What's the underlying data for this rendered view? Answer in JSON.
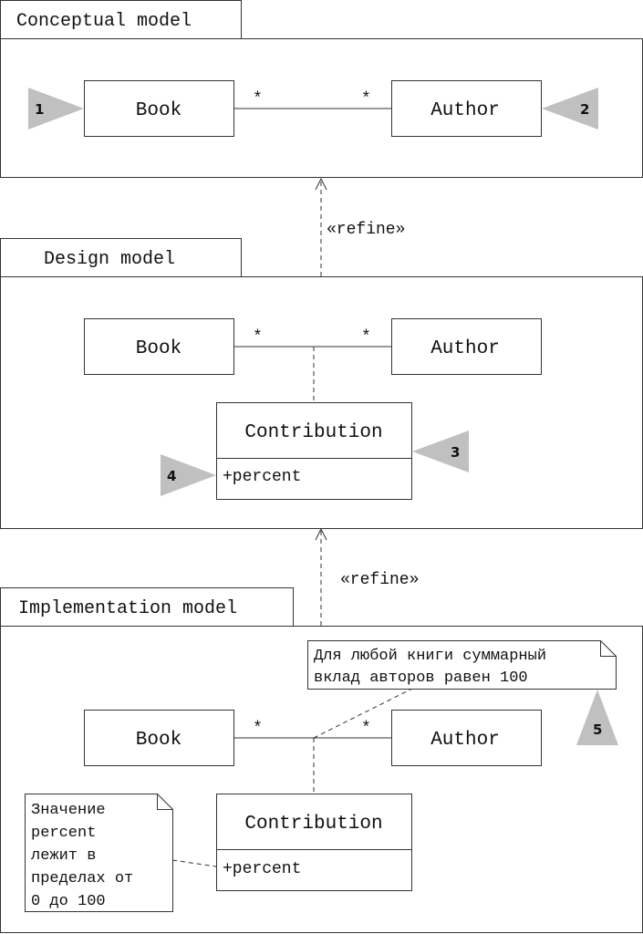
{
  "conceptual": {
    "title": "Conceptual model",
    "book": "Book",
    "author": "Author",
    "mult_left": "*",
    "mult_right": "*",
    "badge_book": "1",
    "badge_author": "2"
  },
  "refine_1": "«refine»",
  "design": {
    "title": "Design model",
    "book": "Book",
    "author": "Author",
    "mult_left": "*",
    "mult_right": "*",
    "contribution": "Contribution",
    "attribute": "+percent",
    "badge_contribution": "3",
    "badge_attribute": "4"
  },
  "refine_2": "«refine»",
  "implementation": {
    "title": "Implementation model",
    "book": "Book",
    "author": "Author",
    "mult_left": "*",
    "mult_right": "*",
    "contribution": "Contribution",
    "attribute": "+percent",
    "note_top": [
      "Для любой книги суммарный",
      "вклад авторов равен 100"
    ],
    "note_left": [
      "Значение",
      "percent",
      "лежит в",
      "пределах от",
      "0 до 100"
    ],
    "badge_note": "5"
  }
}
